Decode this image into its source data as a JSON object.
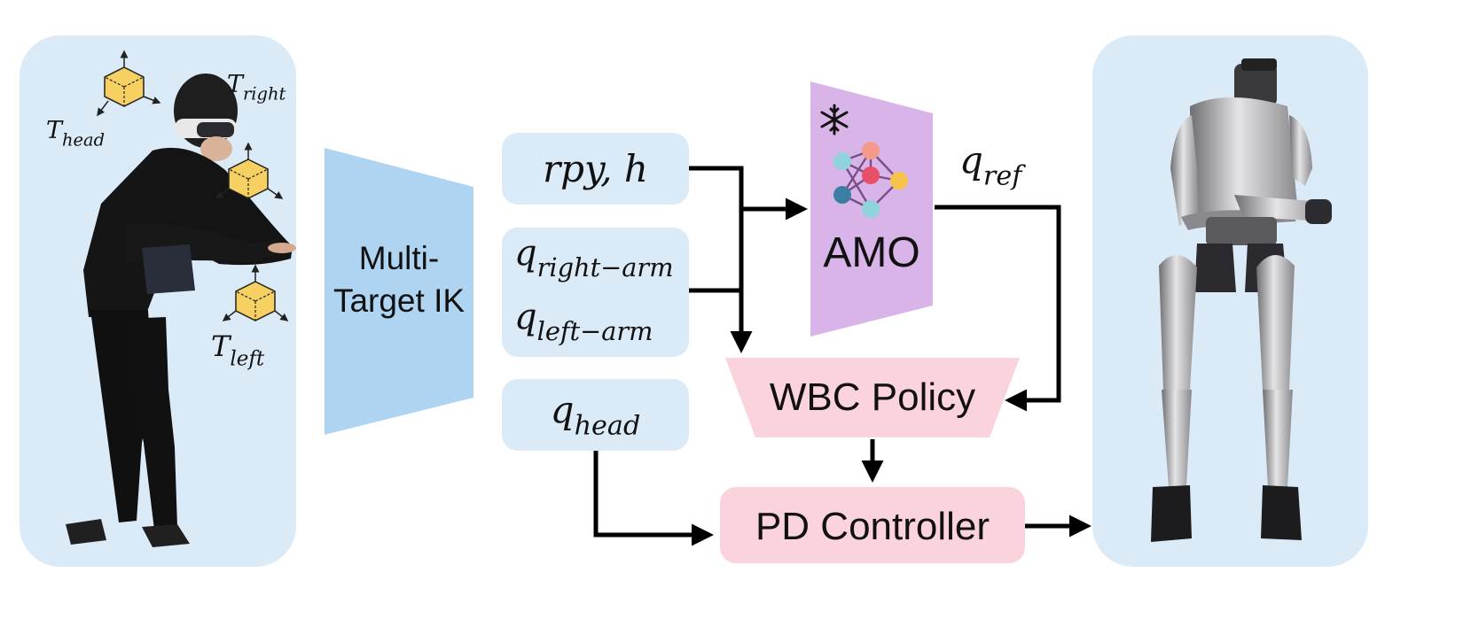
{
  "left_panel": {
    "frames": [
      {
        "symbol": "T",
        "subscript": "head"
      },
      {
        "symbol": "T",
        "subscript": "right"
      },
      {
        "symbol": "T",
        "subscript": "left"
      }
    ]
  },
  "ik_block": {
    "line1": "Multi-",
    "line2": "Target IK"
  },
  "inputs": {
    "rpy_h": "rpy, h",
    "arms": [
      {
        "symbol": "q",
        "subscript": "right−arm"
      },
      {
        "symbol": "q",
        "subscript": "left−arm"
      }
    ],
    "head": {
      "symbol": "q",
      "subscript": "head"
    }
  },
  "amo": {
    "label": "AMO",
    "frozen_icon": "snowflake-icon"
  },
  "q_ref": {
    "symbol": "q",
    "subscript": "ref"
  },
  "wbc_policy": {
    "label": "WBC Policy"
  },
  "pd_controller": {
    "label": "PD Controller"
  },
  "colors": {
    "panel": "#dbeaf7",
    "ik": "#aed4f1",
    "amo": "#d8b4e8",
    "pink": "#fbd3dc",
    "cube": "#f6d162"
  }
}
